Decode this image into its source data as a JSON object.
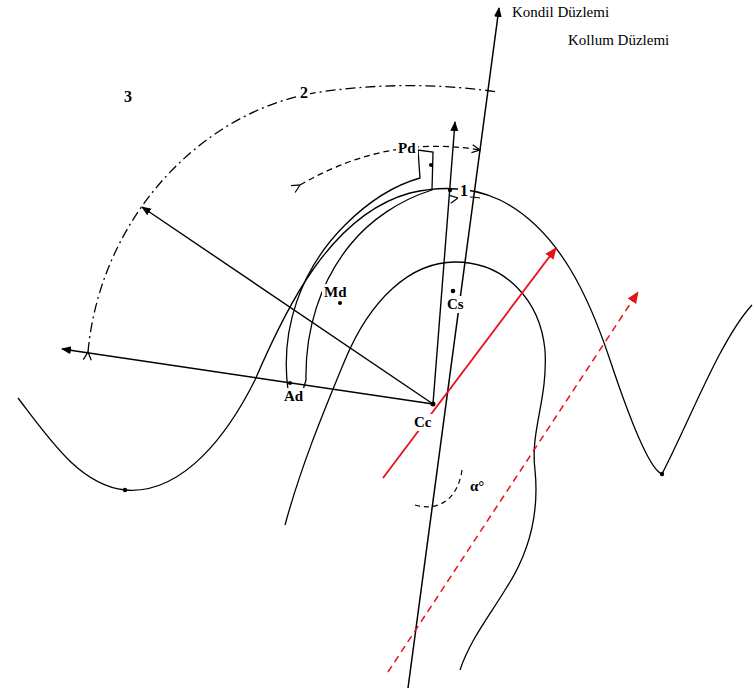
{
  "diagram": {
    "labels": [
      "Kondil Düzlemi",
      "Kollum Düzlemi",
      "3",
      "2",
      "1",
      "Pd",
      "Md",
      "Ad",
      "Cs",
      "Cc",
      "α°"
    ]
  }
}
